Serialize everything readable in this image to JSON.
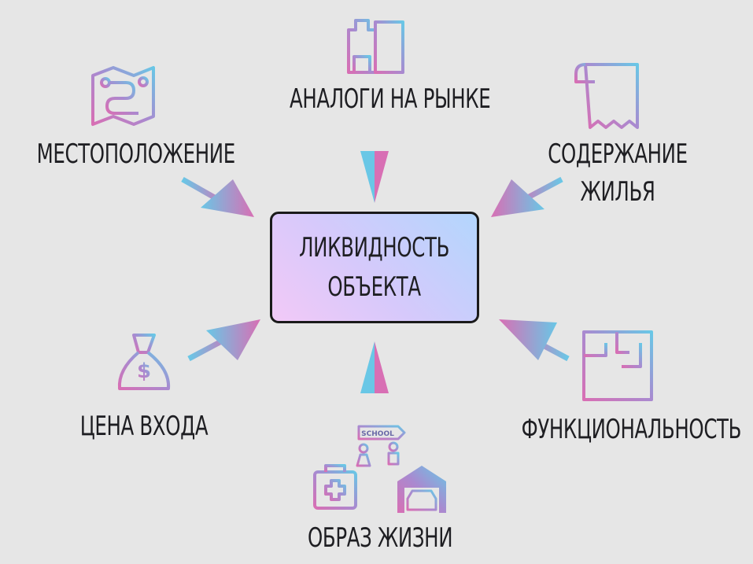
{
  "center": {
    "line1": "ЛИКВИДНОСТЬ",
    "line2": "ОБЪЕКТА"
  },
  "factors": {
    "market": "АНАЛОГИ НА РЫНКЕ",
    "location": "МЕСТОПОЛОЖЕНИЕ",
    "upkeep": {
      "line1": "СОДЕРЖАНИЕ",
      "line2": "ЖИЛЬЯ"
    },
    "price": "ЦЕНА ВХОДА",
    "function": "ФУНКЦИОНАЛЬНОСТЬ",
    "lifestyle": "ОБРАЗ ЖИЗНИ"
  },
  "icons": {
    "market": "city-buildings-icon",
    "location": "map-route-icon",
    "upkeep": "document-scroll-icon",
    "price": "money-bag-icon",
    "function": "floor-plan-icon",
    "lifestyle": [
      "school-sign-icon",
      "children-icon",
      "first-aid-kit-icon",
      "garage-car-icon"
    ]
  },
  "school_sign": "SCHOOL",
  "colors": {
    "pink": "#d86fb4",
    "blue": "#69c7e6",
    "purple": "#a98ad0",
    "background": "#e6e6e6",
    "text": "#1e1e22"
  }
}
